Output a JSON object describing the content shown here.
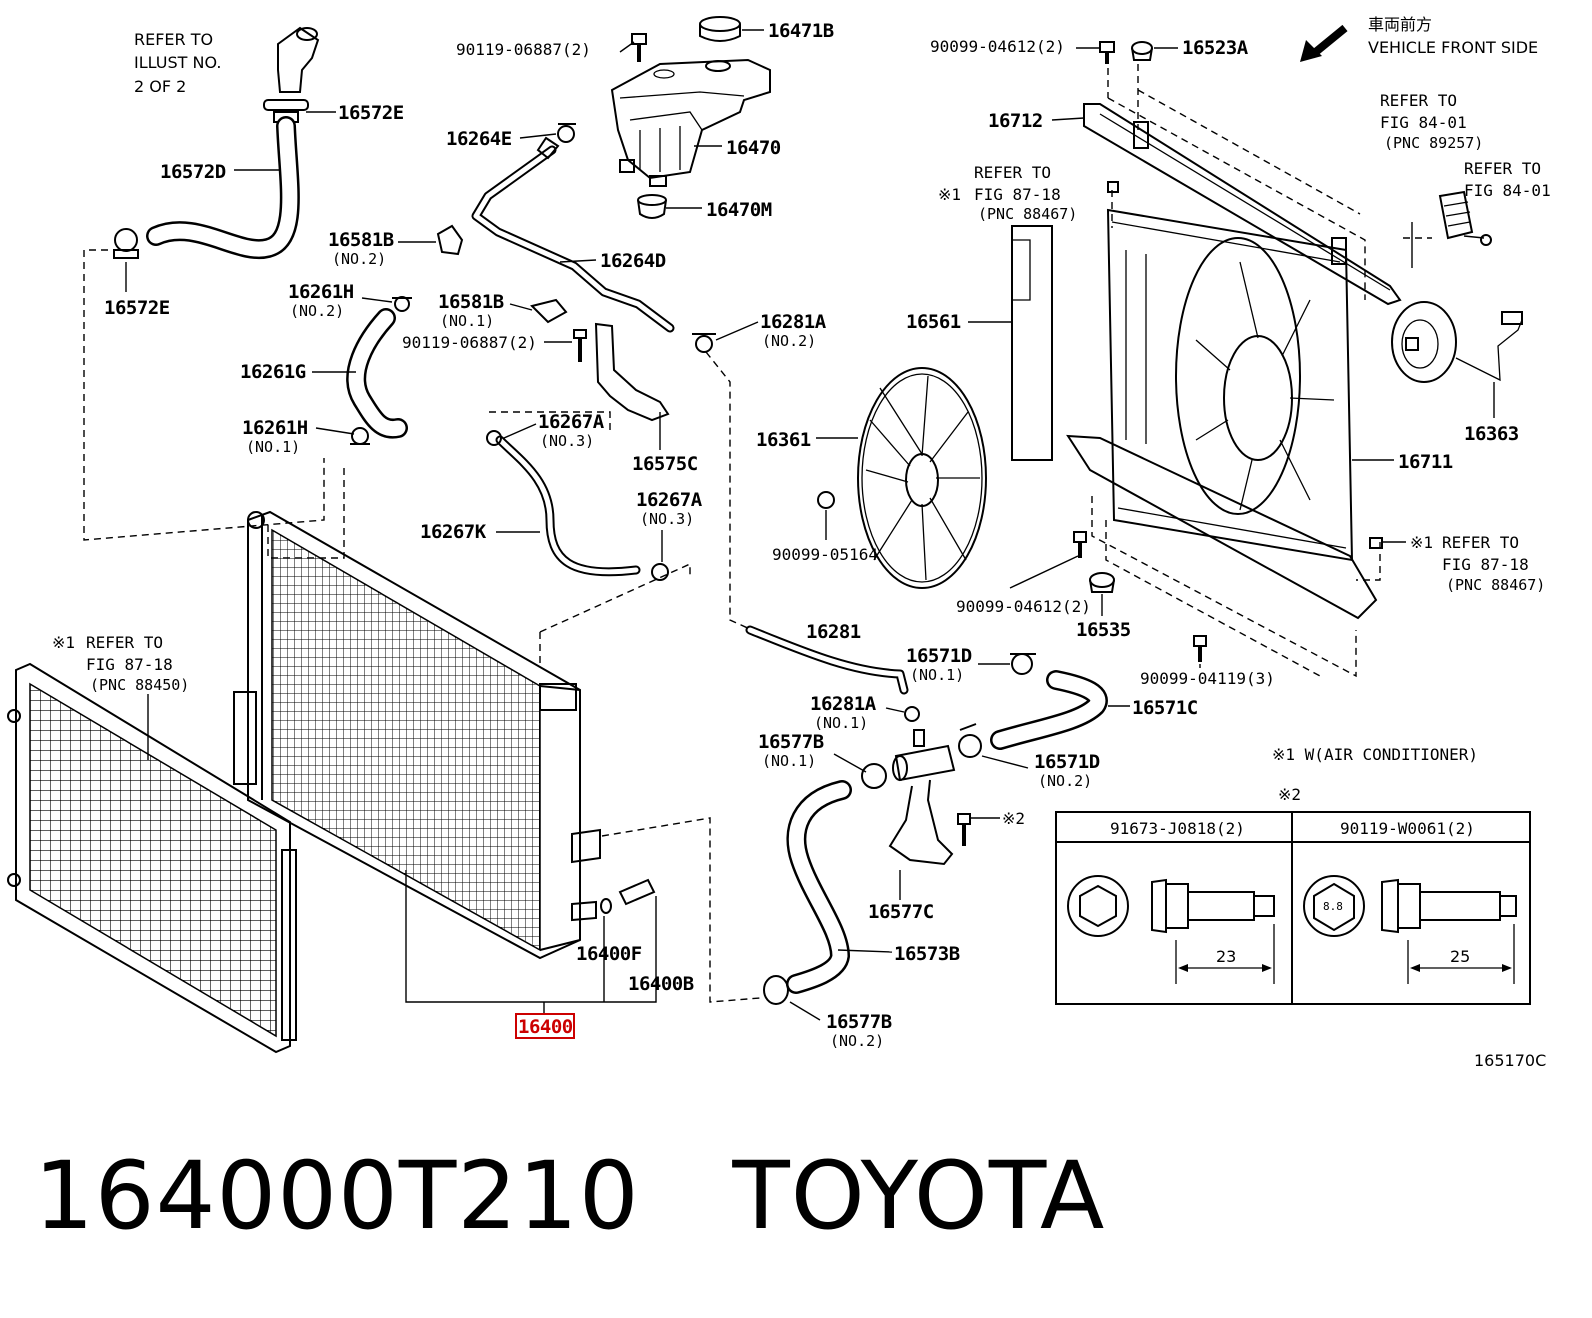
{
  "diagram": {
    "header_note": {
      "jp": "車両前方",
      "en": "VEHICLE FRONT SIDE"
    },
    "refer_illust": [
      "REFER TO",
      "ILLUST NO.",
      "2 OF 2"
    ],
    "figure_code": "165170C",
    "highlighted_part": "16400",
    "labels": {
      "p16471B": "16471B",
      "p90119_06887_top": "90119-06887(2)",
      "p16264E": "16264E",
      "p16470": "16470",
      "p16470M": "16470M",
      "p16264D": "16264D",
      "p16572E_top": "16572E",
      "p16572D": "16572D",
      "p16572E_bot": "16572E",
      "p16581B_a": "16581B",
      "p16581B_a_sub": "(NO.2)",
      "p16261H_a": "16261H",
      "p16261H_a_sub": "(NO.2)",
      "p16581B_b": "16581B",
      "p16581B_b_sub": "(NO.1)",
      "p90119_06887_mid": "90119-06887(2)",
      "p16281A_a": "16281A",
      "p16281A_a_sub": "(NO.2)",
      "p16261G": "16261G",
      "p16261H_b": "16261H",
      "p16261H_b_sub": "(NO.1)",
      "p16267A_a": "16267A",
      "p16267A_a_sub": "(NO.3)",
      "p16575C": "16575C",
      "p16267A_b": "16267A",
      "p16267A_b_sub": "(NO.3)",
      "p16267K": "16267K",
      "p90099_04612_top": "90099-04612(2)",
      "p16523A": "16523A",
      "p16712": "16712",
      "p16561": "16561",
      "p16361": "16361",
      "p90099_05164": "90099-05164",
      "p16711": "16711",
      "p16363": "16363",
      "p90099_04612_mid": "90099-04612(2)",
      "p16535": "16535",
      "p90099_04119": "90099-04119(3)",
      "p16281": "16281",
      "p16571D_a": "16571D",
      "p16571D_a_sub": "(NO.1)",
      "p16571C": "16571C",
      "p16281A_b": "16281A",
      "p16281A_b_sub": "(NO.1)",
      "p16577B_a": "16577B",
      "p16577B_a_sub": "(NO.1)",
      "p16571D_b": "16571D",
      "p16571D_b_sub": "(NO.2)",
      "mark2": "※2",
      "p16577C": "16577C",
      "p16573B": "16573B",
      "p16577B_b": "16577B",
      "p16577B_b_sub": "(NO.2)",
      "p16400F": "16400F",
      "p16400B": "16400B"
    },
    "refer_notes": {
      "fig87_18_top": [
        "REFER TO",
        "FIG 87-18",
        "(PNC 88467)"
      ],
      "mark_top": "※1",
      "fig84_01_a": [
        "REFER TO",
        "FIG 84-01",
        "(PNC 89257)"
      ],
      "fig84_01_b": [
        "REFER TO",
        "FIG 84-01"
      ],
      "fig87_18_right": [
        "REFER TO",
        "FIG 87-18",
        "(PNC 88467)"
      ],
      "mark_right": "※1",
      "fig87_18_left": [
        "REFER TO",
        "FIG 87-18",
        "(PNC 88450)"
      ],
      "mark_left": "※1"
    },
    "legend": {
      "note": "※1 W(AIR CONDITIONER)",
      "mark": "※2",
      "col1": "91673-J0818(2)",
      "col2": "90119-W0061(2)",
      "bolt_grade": "8.8",
      "dim1": "23",
      "dim2": "25"
    }
  },
  "footer": {
    "part_number": "164000T210",
    "brand": "TOYOTA"
  },
  "colors": {
    "highlight": "#cc0000",
    "line": "#000000",
    "background": "#ffffff"
  }
}
